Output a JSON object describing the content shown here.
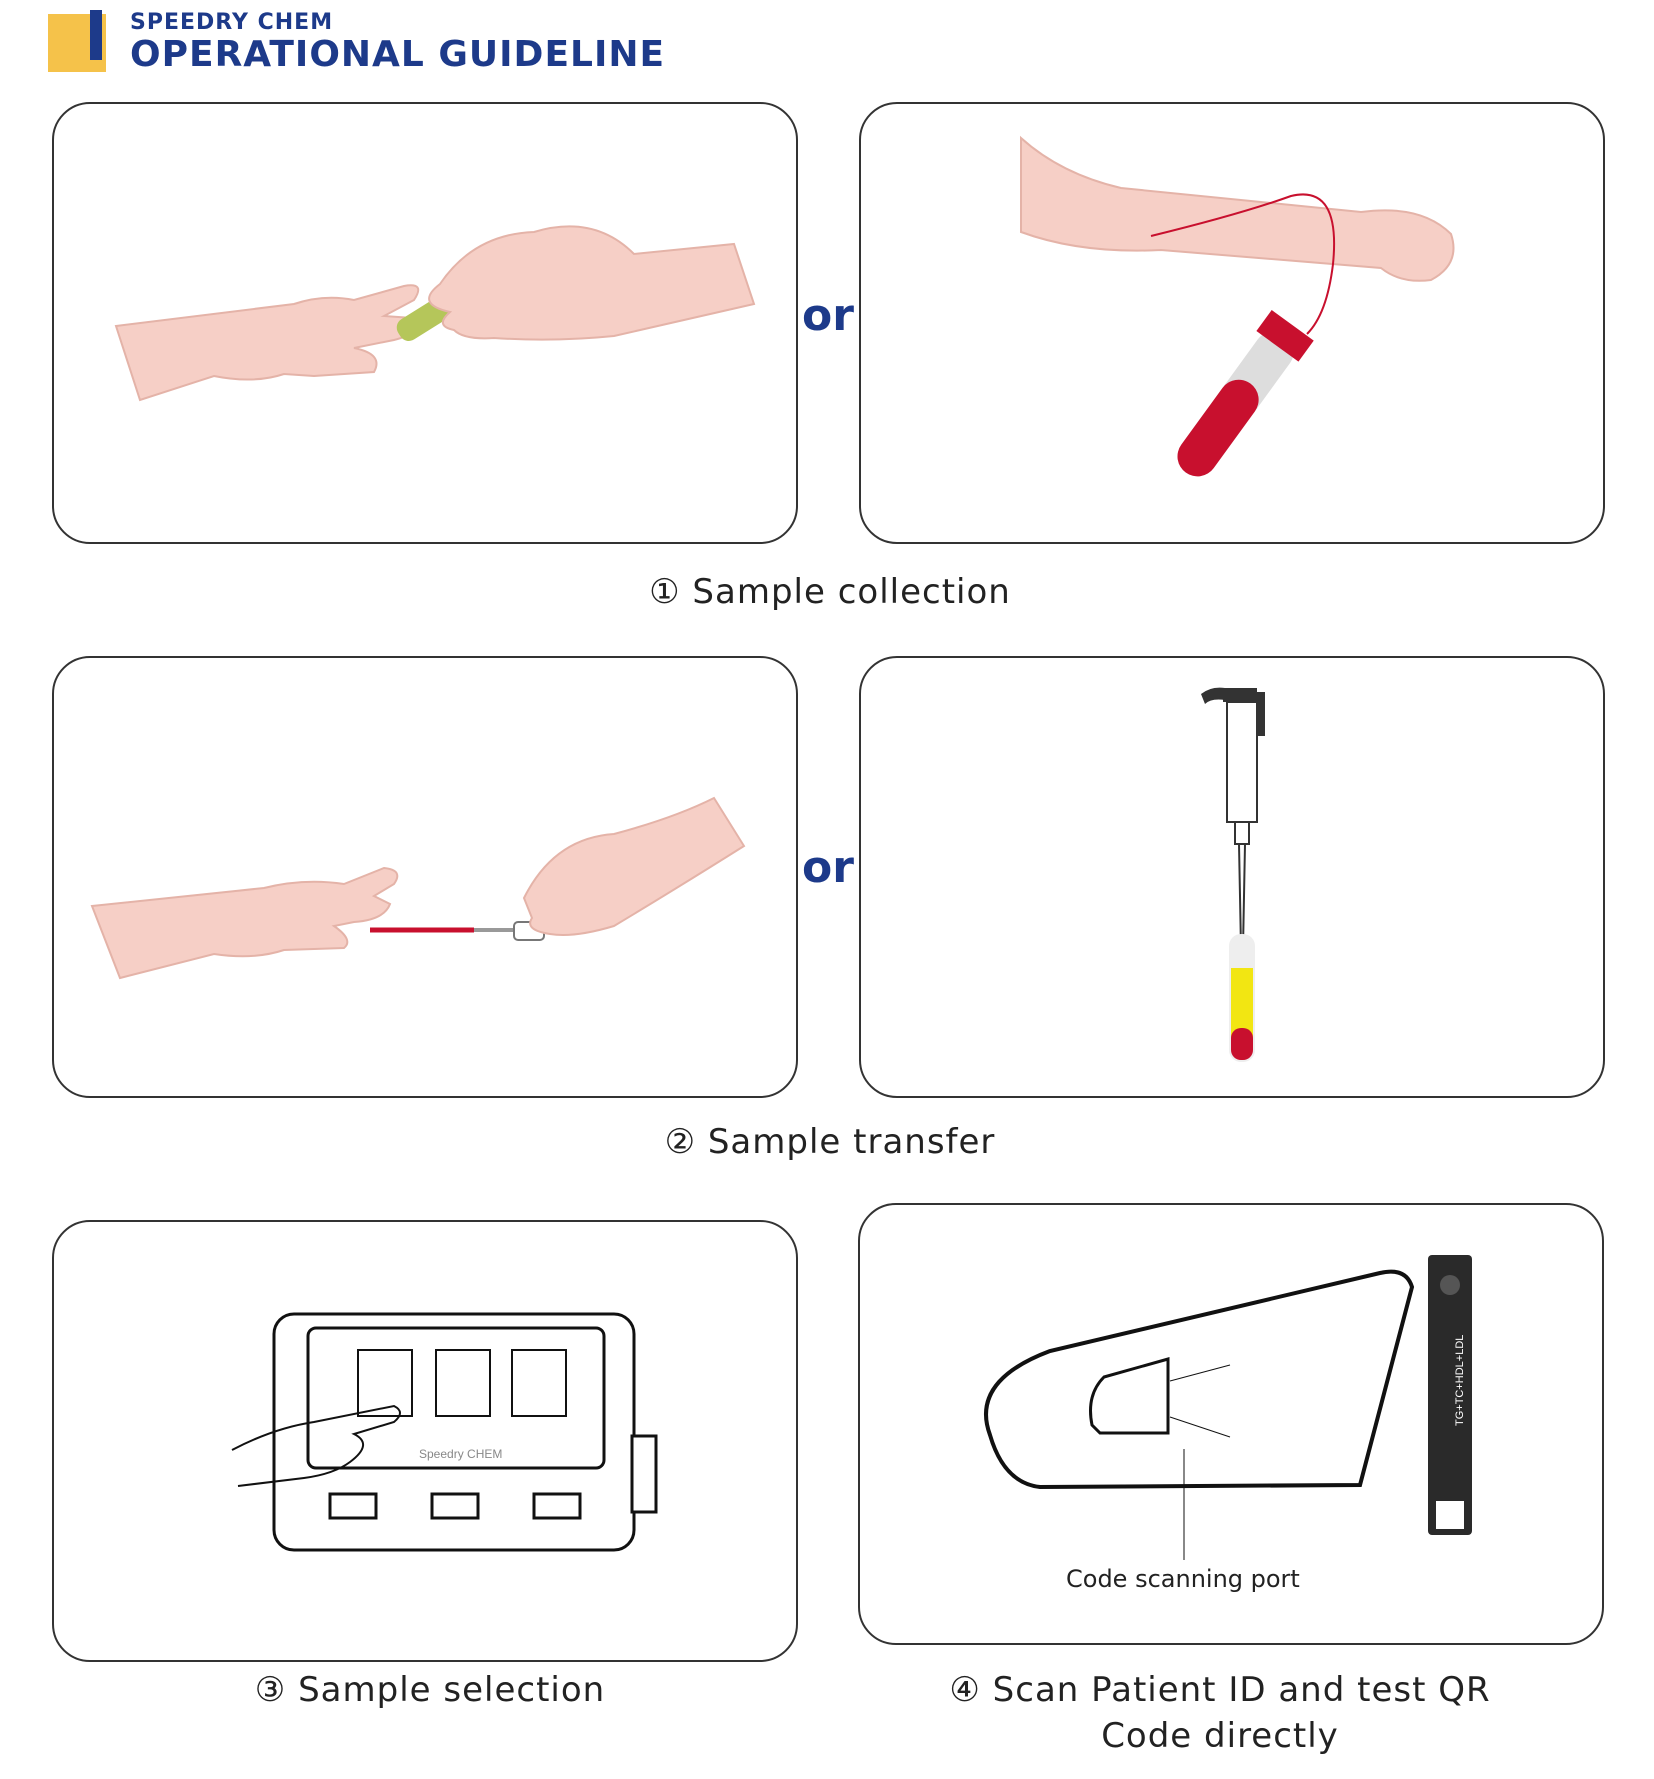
{
  "header": {
    "brand": "SPEEDRY CHEM",
    "title": "OPERATIONAL GUIDELINE"
  },
  "connector": "or",
  "steps": {
    "step1": "① Sample collection",
    "step2": "② Sample transfer",
    "step3": "③ Sample selection",
    "step4_line1": "④ Scan Patient ID and test QR",
    "step4_line2": "Code directly"
  },
  "device": {
    "brand_label": "Speedry CHEM",
    "scan_port_label": "Code scanning port",
    "strip_label": "TG+TC+HDL+LDL"
  },
  "colors": {
    "brand_blue": "#1d3a8a",
    "accent_yellow": "#f5c24a",
    "skin": "#f6cfc6",
    "blood_red": "#c8102e",
    "lancet_green": "#b5c65a"
  }
}
